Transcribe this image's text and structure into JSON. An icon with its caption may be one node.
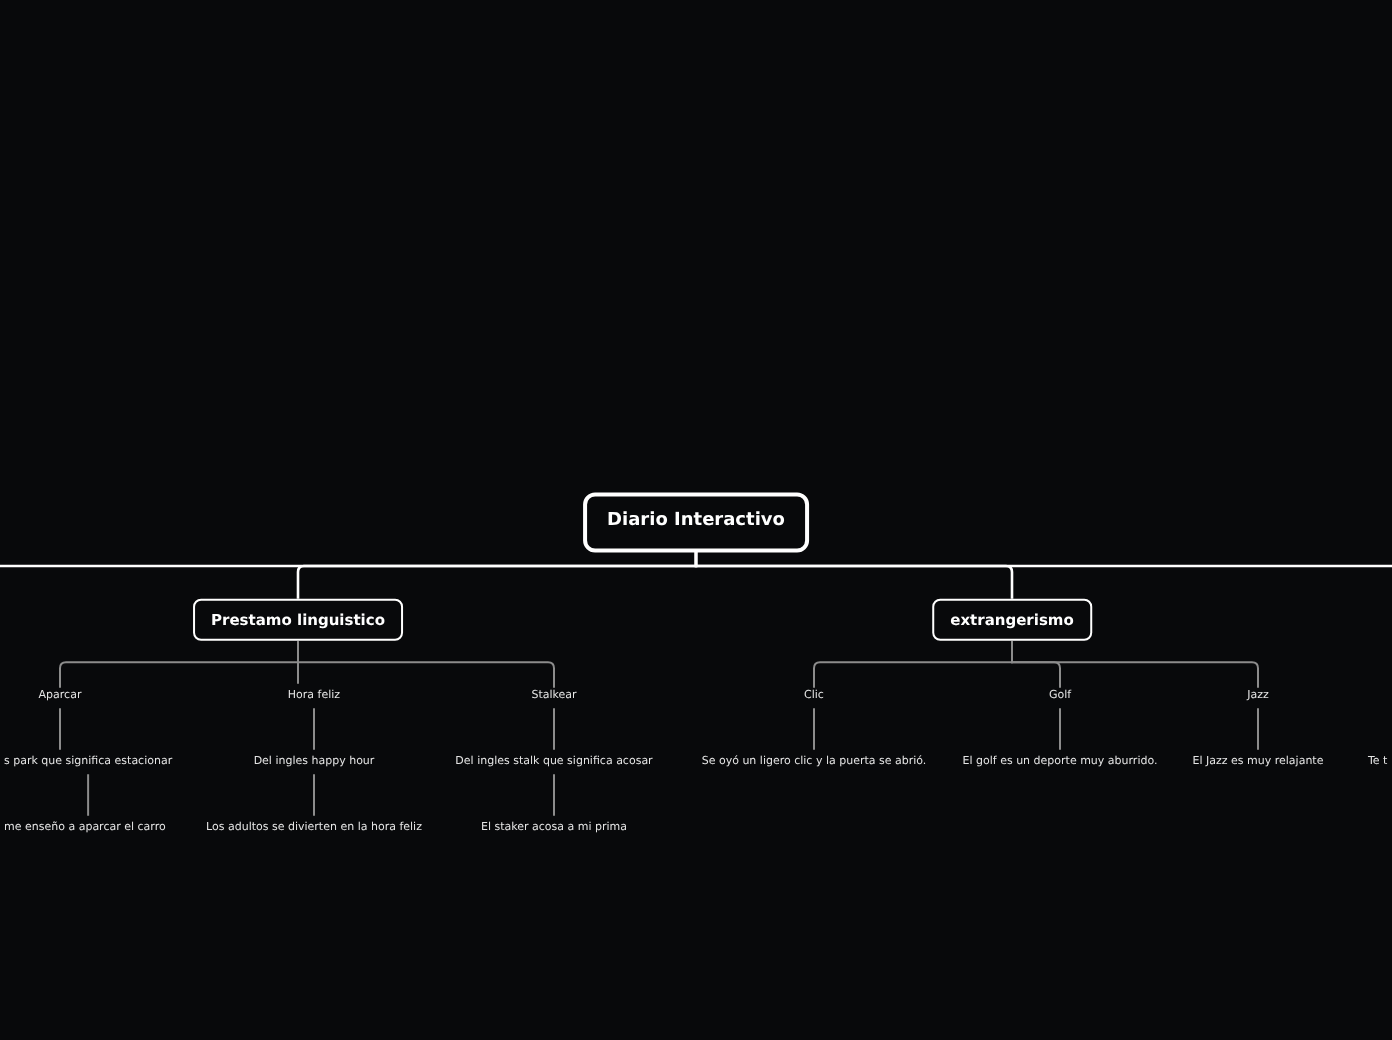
{
  "diagram": {
    "nodes": [
      {
        "text": [
          "Diario Interactivo"
        ]
      },
      {
        "text": [
          "Prestamo linguistico"
        ]
      },
      {
        "text": [
          "extrangerismo"
        ]
      },
      {
        "text": [
          "Aparcar"
        ]
      },
      {
        "text": [
          "s park que significa estacionar"
        ]
      },
      {
        "text": [
          "me enseño a aparcar el carro"
        ]
      },
      {
        "text": [
          "Hora feliz"
        ]
      },
      {
        "text": [
          "Del ingles happy hour"
        ]
      },
      {
        "text": [
          "Los adultos se divierten en la hora feliz"
        ]
      },
      {
        "text": [
          "Stalkear"
        ]
      },
      {
        "text": [
          "Del ingles stalk que significa acosar"
        ]
      },
      {
        "text": [
          "El staker acosa a mi prima"
        ]
      },
      {
        "text": [
          "Clic"
        ]
      },
      {
        "text": [
          "Se oyó un ligero clic y la puerta se abrió."
        ]
      },
      {
        "text": [
          "Golf"
        ]
      },
      {
        "text": [
          "El golf es un deporte muy aburrido."
        ]
      },
      {
        "text": [
          "Jazz"
        ]
      },
      {
        "text": [
          "El Jazz es muy relajante"
        ]
      },
      {
        "text": [
          "Te t"
        ]
      }
    ],
    "edges": [
      {
        "from": 0,
        "to": null,
        "arrow": "none",
        "color": "#ffffff"
      },
      {
        "from": 0,
        "to": 1,
        "arrow": "none",
        "color": "#ffffff"
      },
      {
        "from": 0,
        "to": 2,
        "arrow": "none",
        "color": "#ffffff"
      },
      {
        "from": 0,
        "to": null,
        "arrow": "none",
        "color": "#ffffff"
      },
      {
        "from": 1,
        "to": 3,
        "arrow": "none"
      },
      {
        "from": 1,
        "to": 6,
        "arrow": "none"
      },
      {
        "from": 1,
        "to": 9,
        "arrow": "none"
      },
      {
        "from": 3,
        "to": 4,
        "arrow": "none"
      },
      {
        "from": 4,
        "to": 5,
        "arrow": "none"
      },
      {
        "from": 6,
        "to": 7,
        "arrow": "none"
      },
      {
        "from": 7,
        "to": 8,
        "arrow": "none"
      },
      {
        "from": 9,
        "to": 10,
        "arrow": "none"
      },
      {
        "from": 10,
        "to": 11,
        "arrow": "none"
      },
      {
        "from": 2,
        "to": 12,
        "arrow": "none"
      },
      {
        "from": 2,
        "to": 14,
        "arrow": "none"
      },
      {
        "from": 2,
        "to": 16,
        "arrow": "none"
      },
      {
        "from": 12,
        "to": 13,
        "arrow": "none"
      },
      {
        "from": 14,
        "to": 15,
        "arrow": "none"
      },
      {
        "from": 16,
        "to": 17,
        "arrow": "none"
      }
    ]
  }
}
